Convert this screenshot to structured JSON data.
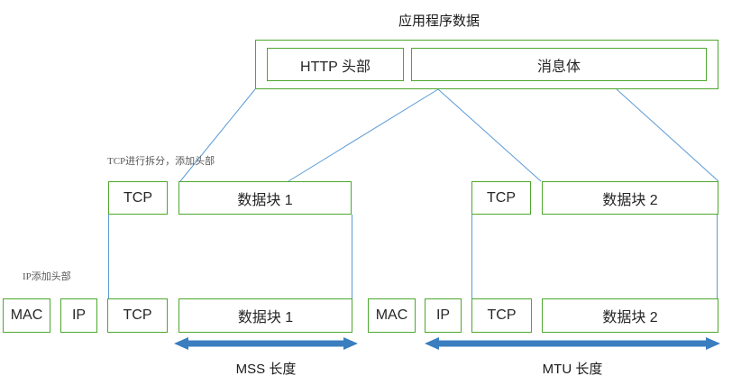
{
  "diagram": {
    "title": "应用程序数据",
    "colors": {
      "box_border": "#4ea72e",
      "connector": "#5b9bd5",
      "arrow": "#3a7ec0",
      "text": "#262626",
      "note_text": "#595959"
    },
    "notes": {
      "tcp_note": "TCP进行拆分，添加头部",
      "ip_note": "IP添加头部"
    },
    "layer_application": {
      "http_header": "HTTP 头部",
      "message_body": "消息体"
    },
    "layer_tcp": {
      "left_tcp": "TCP",
      "left_chunk": "数据块 1",
      "right_tcp": "TCP",
      "right_chunk": "数据块 2"
    },
    "layer_ip": {
      "left_mac": "MAC",
      "left_ip": "IP",
      "left_tcp": "TCP",
      "left_chunk": "数据块 1",
      "right_mac": "MAC",
      "right_ip": "IP",
      "right_tcp": "TCP",
      "right_chunk": "数据块 2"
    },
    "measures": {
      "mss_label": "MSS 长度",
      "mtu_label": "MTU 长度"
    }
  }
}
